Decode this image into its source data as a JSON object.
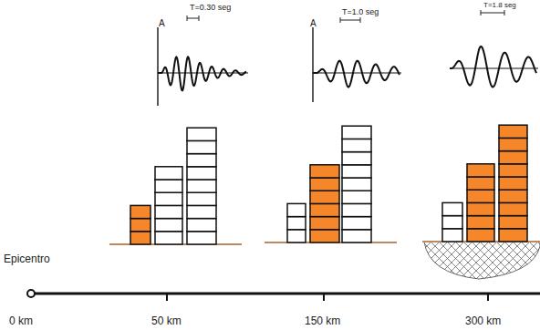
{
  "diagram": {
    "labels": [
      "A",
      "T=0.30 seg",
      "A",
      "T=1.0 seg",
      "T=1.8 seg",
      "Epicentro",
      "0 km",
      "50 km",
      "150 km",
      "300 km"
    ]
  }
}
